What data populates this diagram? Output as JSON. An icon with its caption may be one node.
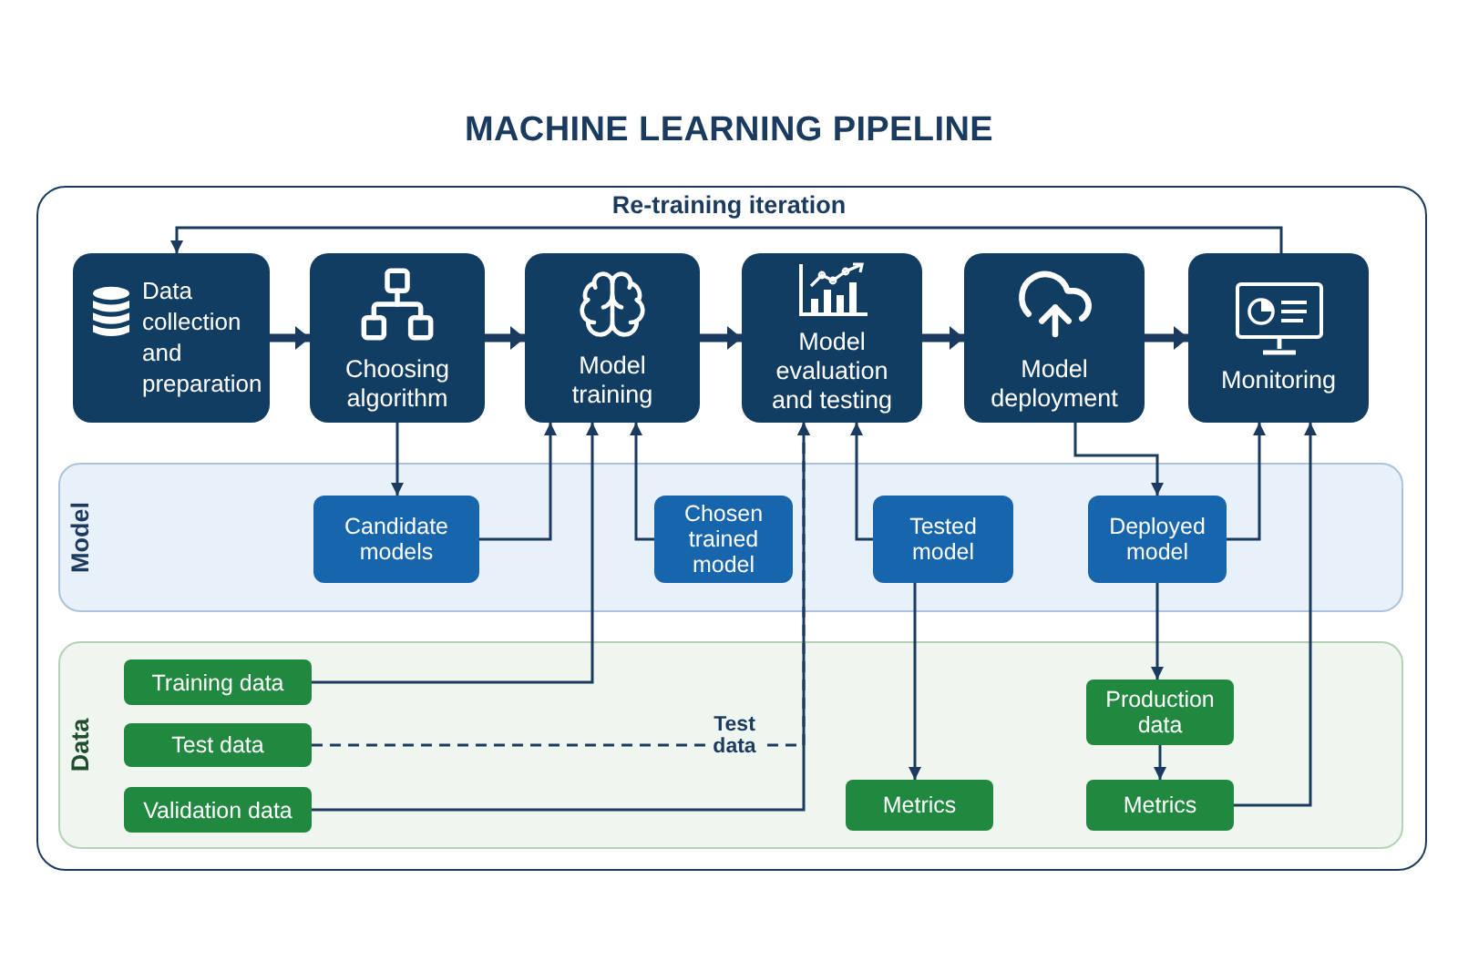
{
  "diagram": {
    "title": "MACHINE LEARNING PIPELINE",
    "nodes": [
      {
        "text": [
          "Data collection and preparation"
        ]
      },
      {
        "text": [
          "Choosing algorithm"
        ]
      },
      {
        "text": [
          "Model training"
        ]
      },
      {
        "text": [
          "Model evaluation and testing"
        ]
      },
      {
        "text": [
          "Model deployment"
        ]
      },
      {
        "text": [
          "Monitoring"
        ]
      },
      {
        "text": [
          "Model"
        ]
      },
      {
        "text": [
          "Candidate models"
        ],
        "in": 6
      },
      {
        "text": [
          "Chosen trained model"
        ],
        "in": 6
      },
      {
        "text": [
          "Tested model"
        ],
        "in": 6
      },
      {
        "text": [
          "Deployed model"
        ],
        "in": 6
      },
      {
        "text": [
          "Data"
        ]
      },
      {
        "text": [
          "Training data"
        ],
        "in": 11
      },
      {
        "text": [
          "Test data"
        ],
        "in": 11
      },
      {
        "text": [
          "Validation data"
        ],
        "in": 11
      },
      {
        "text": [
          "Metrics"
        ],
        "in": 11
      },
      {
        "text": [
          "Production data"
        ],
        "in": 11
      },
      {
        "text": [
          "Metrics"
        ],
        "in": 11
      }
    ],
    "edges": [
      {
        "from": 0,
        "to": 1,
        "arrow": "to",
        "style": "thick"
      },
      {
        "from": 1,
        "to": 2,
        "arrow": "to",
        "style": "thick"
      },
      {
        "from": 2,
        "to": 3,
        "arrow": "to",
        "style": "thick"
      },
      {
        "from": 3,
        "to": 4,
        "arrow": "to",
        "style": "thick"
      },
      {
        "from": 4,
        "to": 5,
        "arrow": "to",
        "style": "thick"
      },
      {
        "from": 5,
        "to": 0,
        "arrow": "to",
        "label": "Re-training iteration"
      },
      {
        "from": 1,
        "to": 7,
        "arrow": "to"
      },
      {
        "from": 7,
        "to": 2,
        "arrow": "to"
      },
      {
        "from": 8,
        "to": 2,
        "arrow": "to"
      },
      {
        "from": 12,
        "to": 2,
        "arrow": "to"
      },
      {
        "from": 13,
        "to": 3,
        "arrow": "to",
        "label": "Test data",
        "style": "dashed"
      },
      {
        "from": 14,
        "to": 3,
        "arrow": "to"
      },
      {
        "from": 9,
        "to": 3,
        "arrow": "to"
      },
      {
        "from": 9,
        "to": 15,
        "arrow": "to"
      },
      {
        "from": 4,
        "to": 10,
        "arrow": "to"
      },
      {
        "from": 10,
        "to": 5,
        "arrow": "to"
      },
      {
        "from": 10,
        "to": 16,
        "arrow": "to"
      },
      {
        "from": 16,
        "to": 17,
        "arrow": "to"
      },
      {
        "from": 17,
        "to": 5,
        "arrow": "to"
      }
    ]
  }
}
